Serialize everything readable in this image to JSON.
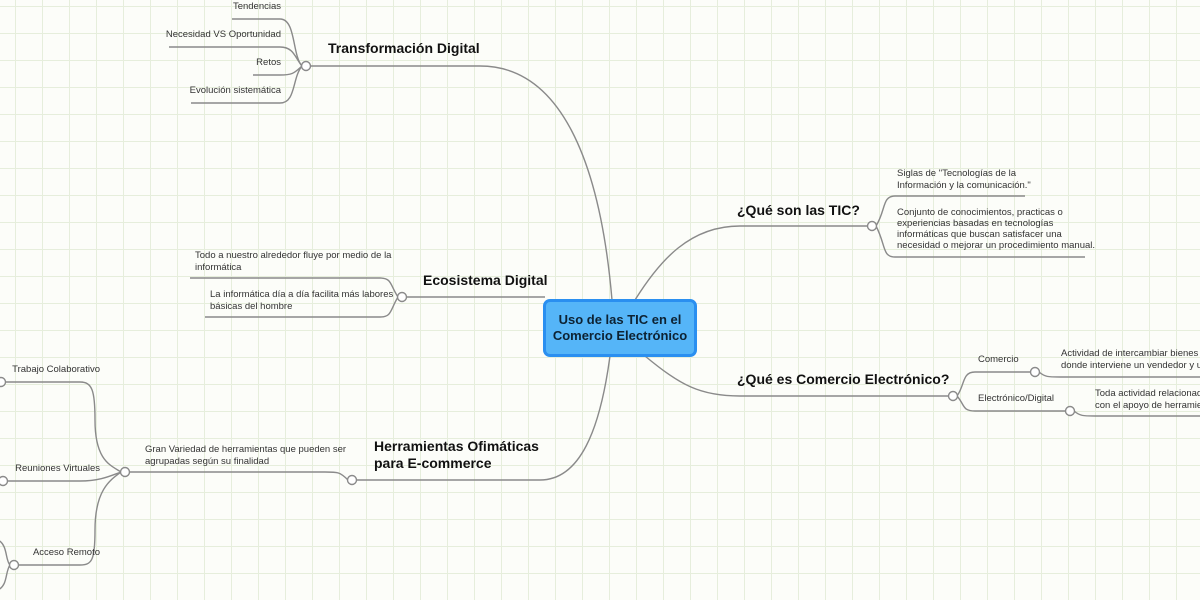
{
  "center": {
    "line1": "Uso de las TIC en el",
    "line2": "Comercio Electrónico"
  },
  "branches": {
    "transformacion": {
      "title": "Transformación Digital",
      "children": [
        "Tendencias",
        "Necesidad VS Oportunidad",
        "Retos",
        "Evolución sistemática"
      ]
    },
    "ecosistema": {
      "title": "Ecosistema Digital",
      "children": [
        {
          "line1": "Todo a nuestro alrededor fluye por medio de la",
          "line2": "informática"
        },
        {
          "line1": "La informática día a día facilita más labores",
          "line2": "básicas del hombre"
        }
      ]
    },
    "herramientas": {
      "line1": "Herramientas Ofimáticas",
      "line2": "para E-commerce",
      "child": {
        "line1": "Gran Variedad de herramientas que pueden ser",
        "line2": "agrupadas según su finalidad"
      },
      "groups": [
        "Trabajo Colaborativo",
        "Reuniones Virtuales",
        "Acceso Remoto"
      ]
    },
    "tic": {
      "title": "¿Qué son las TIC?",
      "children": [
        {
          "line1": "Siglas de \"Tecnologías de la",
          "line2": "Información y la comunicación.\""
        },
        {
          "line1": "Conjunto de conocimientos, practicas o",
          "line2": "experiencias basadas en tecnologías",
          "line3": "informáticas que buscan satisfacer una",
          "line4": "necesidad o mejorar un procedimiento manual."
        }
      ]
    },
    "comercio": {
      "title": "¿Qué es Comercio Electrónico?",
      "children": [
        {
          "label": "Comercio",
          "detail1": "Actividad de intercambiar bienes o s",
          "detail2": "donde interviene un vendedor y un c"
        },
        {
          "label": "Electrónico/Digital",
          "detail1": "Toda actividad relacionada",
          "detail2": "con el apoyo de herramient"
        }
      ]
    }
  },
  "colors": {
    "center_fill": "#55b5f8",
    "center_border": "#2a8ff0",
    "link": "#8a8a8a"
  }
}
